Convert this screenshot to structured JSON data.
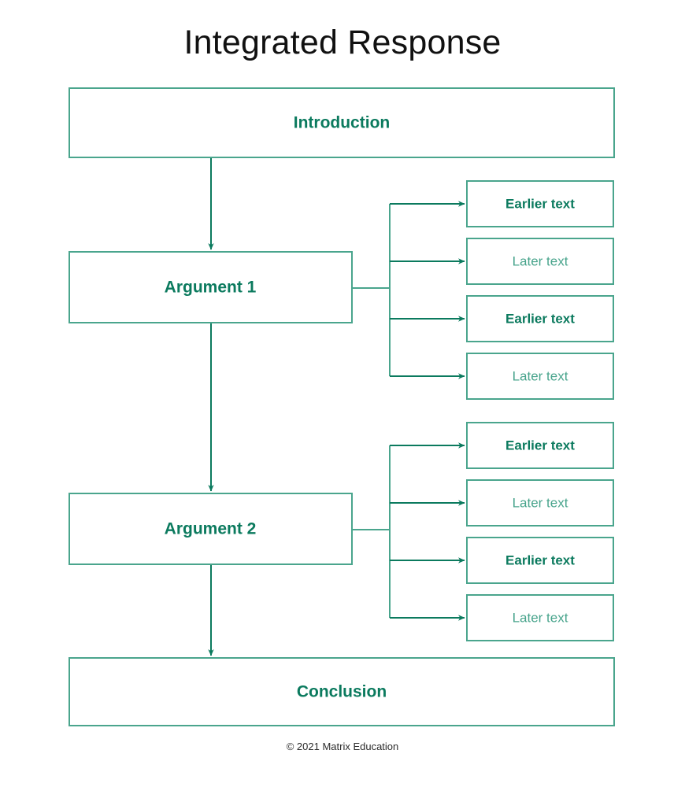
{
  "title": "Integrated Response",
  "credit": "© 2021 Matrix Education",
  "colors": {
    "accent_dark": "#0b7a5e",
    "accent_light": "#4aa58d",
    "title_text": "#111111",
    "background": "#ffffff"
  },
  "nodes": {
    "introduction": {
      "label": "Introduction"
    },
    "argument1": {
      "label": "Argument 1"
    },
    "argument2": {
      "label": "Argument 2"
    },
    "conclusion": {
      "label": "Conclusion"
    }
  },
  "branch_group_1": {
    "source": "Argument 1",
    "items": [
      {
        "label": "Earlier text",
        "emphasis": "strong"
      },
      {
        "label": "Later text",
        "emphasis": "light"
      },
      {
        "label": "Earlier text",
        "emphasis": "strong"
      },
      {
        "label": "Later text",
        "emphasis": "light"
      }
    ]
  },
  "branch_group_2": {
    "source": "Argument 2",
    "items": [
      {
        "label": "Earlier text",
        "emphasis": "strong"
      },
      {
        "label": "Later text",
        "emphasis": "light"
      },
      {
        "label": "Earlier text",
        "emphasis": "strong"
      },
      {
        "label": "Later text",
        "emphasis": "light"
      }
    ]
  },
  "flow_sequence": [
    "Introduction",
    "Argument 1",
    "Argument 2",
    "Conclusion"
  ]
}
